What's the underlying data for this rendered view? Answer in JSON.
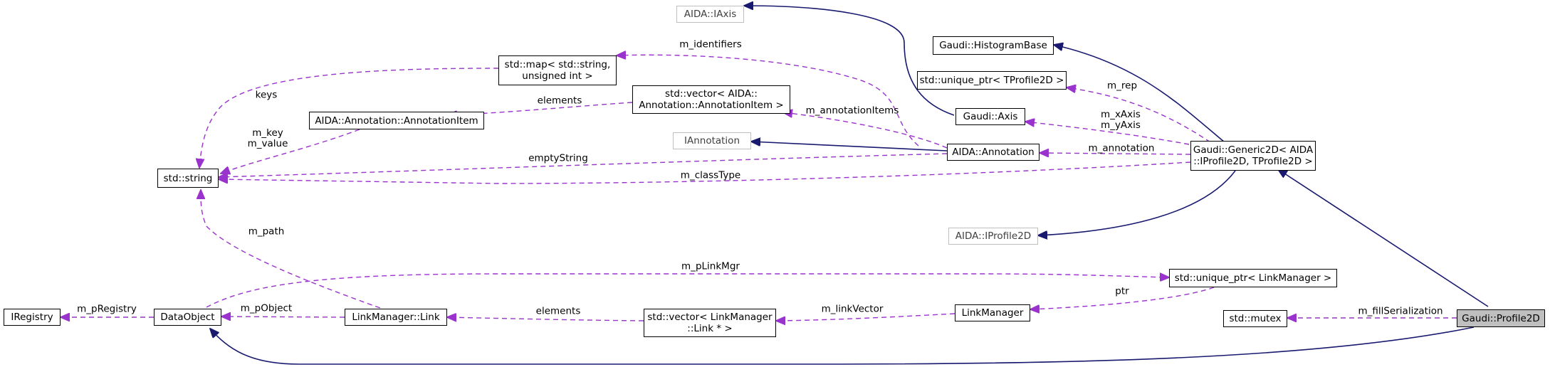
{
  "nodes": {
    "iaxis": "AIDA::IAxis",
    "histbase": "Gaudi::HistogramBase",
    "stdmap": "std::map< std::string,\nunsigned int >",
    "uptr_tprofile": "std::unique_ptr< TProfile2D >",
    "vector_annot": "std::vector< AIDA::\nAnnotation::AnnotationItem >",
    "annot_item": "AIDA::Annotation::AnnotationItem",
    "gaudi_axis": "Gaudi::Axis",
    "iannotation": "IAnnotation",
    "aida_annotation": "AIDA::Annotation",
    "generic2d": "Gaudi::Generic2D< AIDA\n::IProfile2D, TProfile2D >",
    "stdstring": "std::string",
    "iprofile2d": "AIDA::IProfile2D",
    "uptr_linkmgr": "std::unique_ptr< LinkManager >",
    "iregistry": "IRegistry",
    "dataobject": "DataObject",
    "lm_link": "LinkManager::Link",
    "vector_link": "std::vector< LinkManager\n::Link * >",
    "linkmanager": "LinkManager",
    "stdmutex": "std::mutex",
    "profile2d": "Gaudi::Profile2D"
  },
  "edge_labels": {
    "m_identifiers": "m_identifiers",
    "keys": "keys",
    "elements_annot": "elements",
    "m_key_value": "m_key\nm_value",
    "m_annotationItems": "m_annotationItems",
    "m_rep": "m_rep",
    "m_xyAxis": "m_xAxis\nm_yAxis",
    "m_annotation": "m_annotation",
    "emptyString": "emptyString",
    "m_classType": "m_classType",
    "m_path": "m_path",
    "m_pLinkMgr": "m_pLinkMgr",
    "m_pRegistry": "m_pRegistry",
    "m_pObject": "m_pObject",
    "elements_link": "elements",
    "m_linkVector": "m_linkVector",
    "ptr": "ptr",
    "m_fillSerialization": "m_fillSerialization"
  },
  "colors": {
    "inheritance_edge": "#191970",
    "usage_edge": "#9a32cd",
    "external_node_border": "#bfbfbf",
    "focus_node_fill": "#bfbfbf"
  }
}
